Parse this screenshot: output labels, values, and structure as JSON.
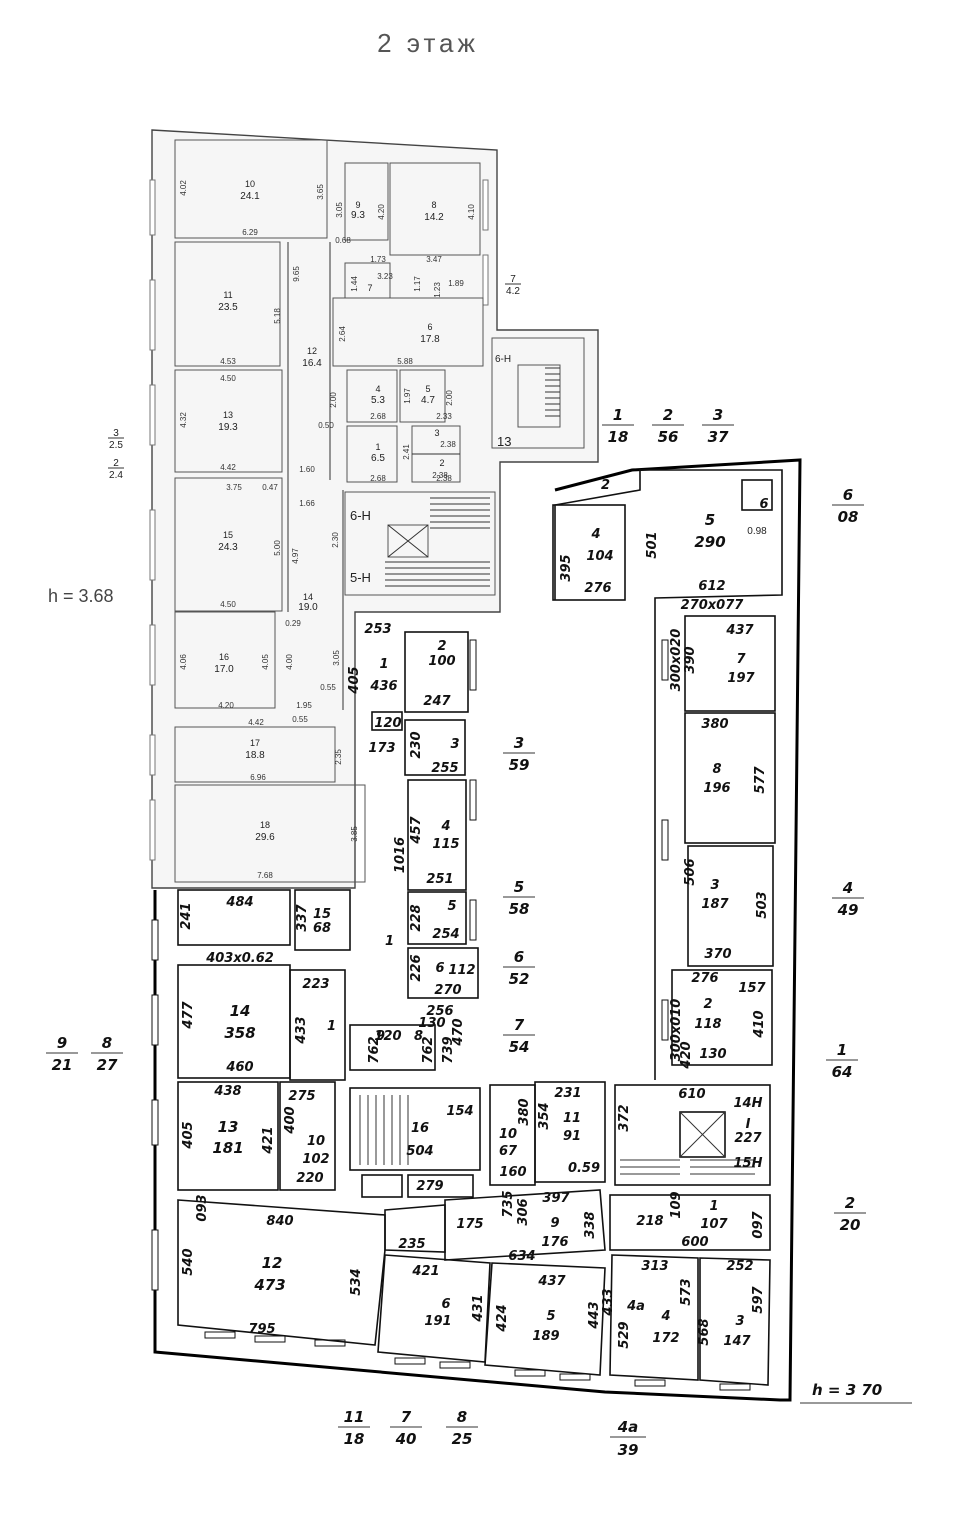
{
  "title": "2 этаж",
  "height_left": "h = 3.68",
  "height_right": "h = 3 70",
  "upper_rooms": [
    {
      "id": "u10",
      "num": "10",
      "area": "24.1"
    },
    {
      "id": "u9",
      "num": "9",
      "area": "9.3"
    },
    {
      "id": "u8",
      "num": "8",
      "area": "14.2"
    },
    {
      "id": "u11",
      "num": "11",
      "area": "23.5"
    },
    {
      "id": "u7",
      "num": "7",
      "area": ""
    },
    {
      "id": "u6",
      "num": "6",
      "area": "17.8"
    },
    {
      "id": "u12",
      "num": "12",
      "area": "16.4"
    },
    {
      "id": "u13",
      "num": "13",
      "area": "19.3"
    },
    {
      "id": "u4",
      "num": "4",
      "area": "5.3"
    },
    {
      "id": "u5",
      "num": "5",
      "area": "4.7"
    },
    {
      "id": "u1",
      "num": "1",
      "area": "6.5"
    },
    {
      "id": "u3",
      "num": "3",
      "area": "2.38"
    },
    {
      "id": "u2",
      "num": "2",
      "area": "2.38"
    },
    {
      "id": "u15",
      "num": "15",
      "area": "24.3"
    },
    {
      "id": "u14",
      "num": "14",
      "area": "19.0"
    },
    {
      "id": "u16",
      "num": "16",
      "area": "17.0"
    },
    {
      "id": "u17",
      "num": "17",
      "area": "18.8"
    },
    {
      "id": "u18",
      "num": "18",
      "area": "29.6"
    }
  ],
  "upper_dims": [
    "4.02",
    "6.29",
    "3.65",
    "0.68",
    "3.05",
    "4.20",
    "4.10",
    "1.73",
    "3.47",
    "3.23",
    "1.44",
    "1.17",
    "1.23",
    "1.89",
    "9.65",
    "5.18",
    "4.53",
    "2.64",
    "5.88",
    "4.50",
    "4.32",
    "2.00",
    "0.50",
    "1.97",
    "2.00",
    "2.68",
    "2.33",
    "2.41",
    "2.68",
    "2.38",
    "4.42",
    "1.60",
    "3.75",
    "0.47",
    "1.66",
    "5.00",
    "4.97",
    "2.30",
    "4.50",
    "0.29",
    "4.06",
    "4.05",
    "4.00",
    "3.05",
    "0.55",
    "4.20",
    "1.95",
    "4.42",
    "0.55",
    "2.35",
    "6.96",
    "3.85",
    "7.68"
  ],
  "lower_rooms": [
    {
      "id": "l2",
      "num": "2",
      "area": "100"
    },
    {
      "id": "l1",
      "num": "1",
      "area": "436"
    },
    {
      "id": "l3",
      "num": "3",
      "area": "255"
    },
    {
      "id": "l4",
      "num": "4",
      "area": "115"
    },
    {
      "id": "l5",
      "num": "5",
      "area": "254"
    },
    {
      "id": "l6",
      "num": "6",
      "area": "270"
    },
    {
      "id": "r4",
      "num": "4",
      "area": "104"
    },
    {
      "id": "r5",
      "num": "5",
      "area": "290"
    },
    {
      "id": "r6",
      "num": "6",
      "area": "0.98"
    },
    {
      "id": "r7",
      "num": "7",
      "area": "197"
    },
    {
      "id": "r8",
      "num": "8",
      "area": "196"
    },
    {
      "id": "r3",
      "num": "3",
      "area": "187"
    },
    {
      "id": "r2",
      "num": "2",
      "area": "118"
    },
    {
      "id": "b15",
      "num": "15",
      "area": "68"
    },
    {
      "id": "b14",
      "num": "14",
      "area": "358"
    },
    {
      "id": "b13",
      "num": "13",
      "area": "181"
    },
    {
      "id": "b10",
      "num": "10",
      "area": "102"
    },
    {
      "id": "b12",
      "num": "12",
      "area": "473"
    },
    {
      "id": "b16",
      "num": "16",
      "area": "504"
    },
    {
      "id": "b10b",
      "num": "10",
      "area": "67"
    },
    {
      "id": "b11",
      "num": "11",
      "area": "91"
    },
    {
      "id": "b9",
      "num": "9",
      "area": "176"
    },
    {
      "id": "b6",
      "num": "6",
      "area": "191"
    },
    {
      "id": "b5",
      "num": "5",
      "area": "189"
    },
    {
      "id": "bH",
      "num": "4",
      "area": "172"
    },
    {
      "id": "b3",
      "num": "3",
      "area": "147"
    },
    {
      "id": "b1",
      "num": "1",
      "area": "107"
    },
    {
      "id": "bI",
      "num": "I",
      "area": "227"
    }
  ],
  "lower_dims": [
    "253",
    "405",
    "247",
    "120",
    "173",
    "230",
    "457",
    "1016",
    "251",
    "228",
    "226",
    "112",
    "220",
    "256",
    "130",
    "470",
    "300x020",
    "390",
    "437",
    "380",
    "577",
    "506",
    "503",
    "370",
    "276",
    "300x010",
    "420",
    "157",
    "410",
    "130",
    "276",
    "395",
    "501",
    "612",
    "270x077",
    "241",
    "484",
    "403x0.62",
    "337",
    "223",
    "477",
    "460",
    "433",
    "275",
    "120",
    "438",
    "405",
    "421",
    "400",
    "220",
    "093",
    "840",
    "540",
    "534",
    "795",
    "762",
    "762",
    "739",
    "279",
    "231",
    "354",
    "380",
    "306",
    "160",
    "397",
    "338",
    "372",
    "610",
    "0.59",
    "735",
    "235",
    "175",
    "634",
    "421",
    "437",
    "424",
    "431",
    "443",
    "313",
    "252",
    "433",
    "529",
    "568",
    "573",
    "597",
    "218",
    "600",
    "097",
    "109"
  ],
  "stair_marks": [
    "6-Н",
    "13",
    "6-Н",
    "5-Н",
    "154",
    "14Н",
    "15Н",
    "4а"
  ],
  "corridor_labels": [
    "1",
    "1",
    "2",
    "8",
    "9"
  ],
  "fractions": [
    {
      "id": "f1",
      "num": "1",
      "den": "18"
    },
    {
      "id": "f2",
      "num": "2",
      "den": "56"
    },
    {
      "id": "f3",
      "num": "3",
      "den": "37"
    },
    {
      "id": "f6",
      "num": "6",
      "den": "08"
    },
    {
      "id": "f7",
      "num": "7",
      "den": "4.2"
    },
    {
      "id": "fl3",
      "num": "3",
      "den": "2.5"
    },
    {
      "id": "fl2",
      "num": "2",
      "den": "2.4"
    },
    {
      "id": "fc3",
      "num": "3",
      "den": "59"
    },
    {
      "id": "fc5",
      "num": "5",
      "den": "58"
    },
    {
      "id": "fc6",
      "num": "6",
      "den": "52"
    },
    {
      "id": "fc7",
      "num": "7",
      "den": "54"
    },
    {
      "id": "fr4",
      "num": "4",
      "den": "49"
    },
    {
      "id": "fr1",
      "num": "1",
      "den": "64"
    },
    {
      "id": "fr2",
      "num": "2",
      "den": "20"
    },
    {
      "id": "fl9",
      "num": "9",
      "den": "21"
    },
    {
      "id": "fl8",
      "num": "8",
      "den": "27"
    },
    {
      "id": "fb11",
      "num": "11",
      "den": "18"
    },
    {
      "id": "fb7",
      "num": "7",
      "den": "40"
    },
    {
      "id": "fb8",
      "num": "8",
      "den": "25"
    },
    {
      "id": "fb4a",
      "num": "4а",
      "den": "39"
    }
  ]
}
